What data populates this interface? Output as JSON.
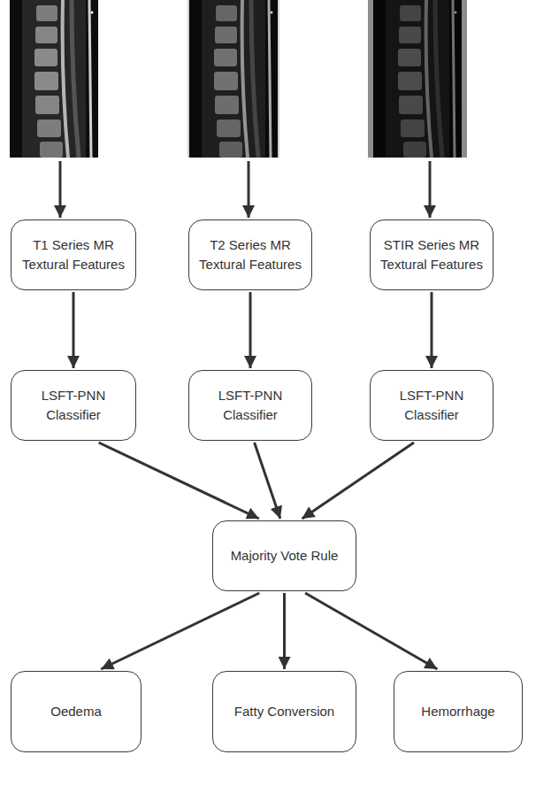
{
  "diagram": {
    "nodes": [
      {
        "text": [
          "T1 Series MR Textural Features"
        ]
      },
      {
        "text": [
          "T2 Series MR Textural Features"
        ]
      },
      {
        "text": [
          "STIR Series MR Textural Features"
        ]
      },
      {
        "text": [
          "LSFT-PNN Classifier"
        ]
      },
      {
        "text": [
          "LSFT-PNN Classifier"
        ]
      },
      {
        "text": [
          "LSFT-PNN Classifier"
        ]
      },
      {
        "text": [
          "Majority Vote Rule"
        ]
      },
      {
        "text": [
          "Oedema"
        ]
      },
      {
        "text": [
          "Fatty Conversion"
        ]
      },
      {
        "text": [
          "Hemorrhage"
        ]
      }
    ],
    "edges": [
      {
        "from": 0,
        "to": 3,
        "arrow": "to"
      },
      {
        "from": 1,
        "to": 4,
        "arrow": "to"
      },
      {
        "from": 2,
        "to": 5,
        "arrow": "to"
      },
      {
        "from": 3,
        "to": 6,
        "arrow": "to"
      },
      {
        "from": 4,
        "to": 6,
        "arrow": "to"
      },
      {
        "from": 5,
        "to": 6,
        "arrow": "to"
      },
      {
        "from": 6,
        "to": 7,
        "arrow": "to"
      },
      {
        "from": 6,
        "to": 8,
        "arrow": "to"
      },
      {
        "from": 6,
        "to": 9,
        "arrow": "to"
      }
    ]
  }
}
